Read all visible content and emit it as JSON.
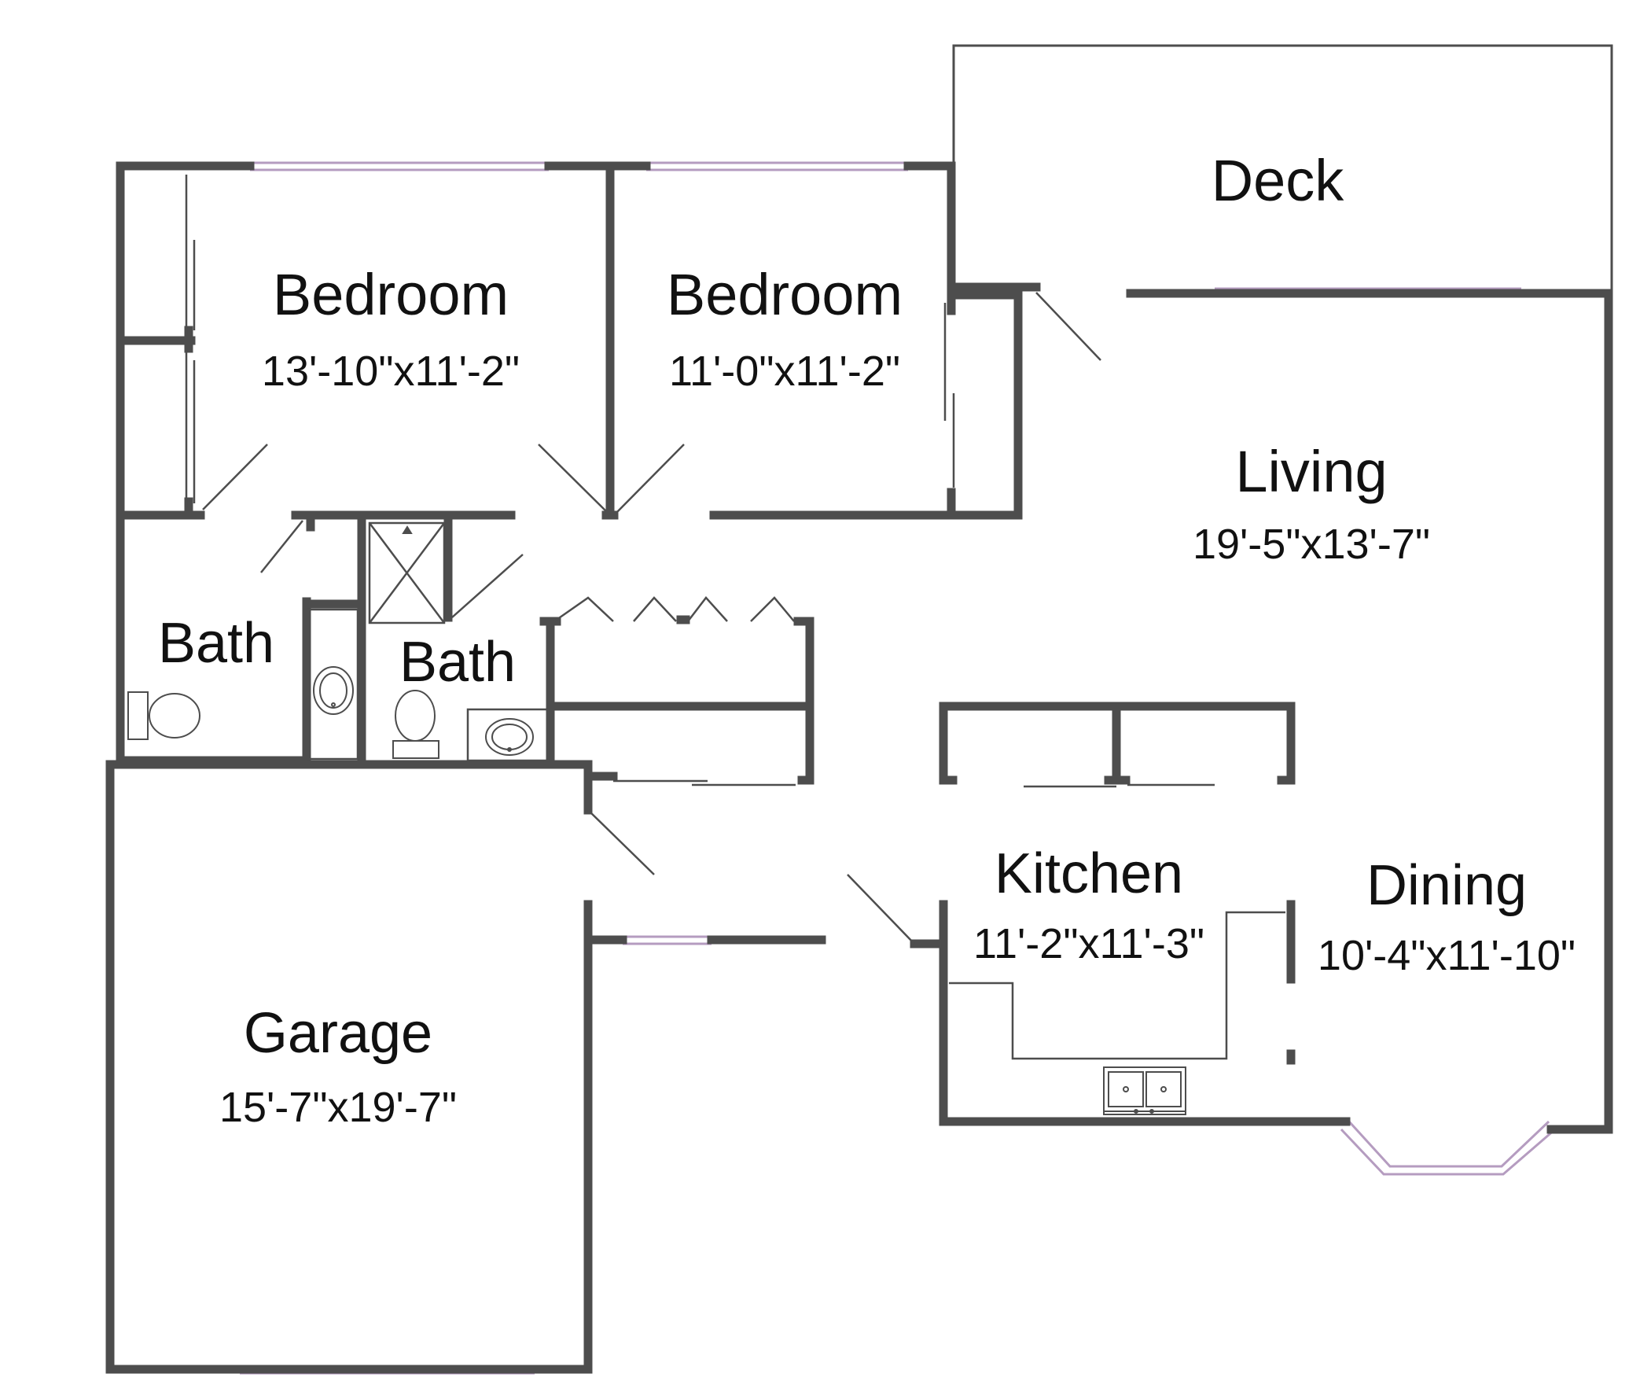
{
  "colors": {
    "wall": "#4d4d4d",
    "window": "#b59cc0",
    "background": "#ffffff",
    "text": "#111111"
  },
  "rooms": {
    "bedroom1": {
      "name": "Bedroom",
      "dims": "13'-10\"x11'-2\""
    },
    "bedroom2": {
      "name": "Bedroom",
      "dims": "11'-0\"x11'-2\""
    },
    "deck": {
      "name": "Deck"
    },
    "living": {
      "name": "Living",
      "dims": "19'-5\"x13'-7\""
    },
    "bath1": {
      "name": "Bath"
    },
    "bath2": {
      "name": "Bath"
    },
    "kitchen": {
      "name": "Kitchen",
      "dims": "11'-2\"x11'-3\""
    },
    "dining": {
      "name": "Dining",
      "dims": "10'-4\"x11'-10\""
    },
    "garage": {
      "name": "Garage",
      "dims": "15'-7\"x19'-7\""
    }
  }
}
